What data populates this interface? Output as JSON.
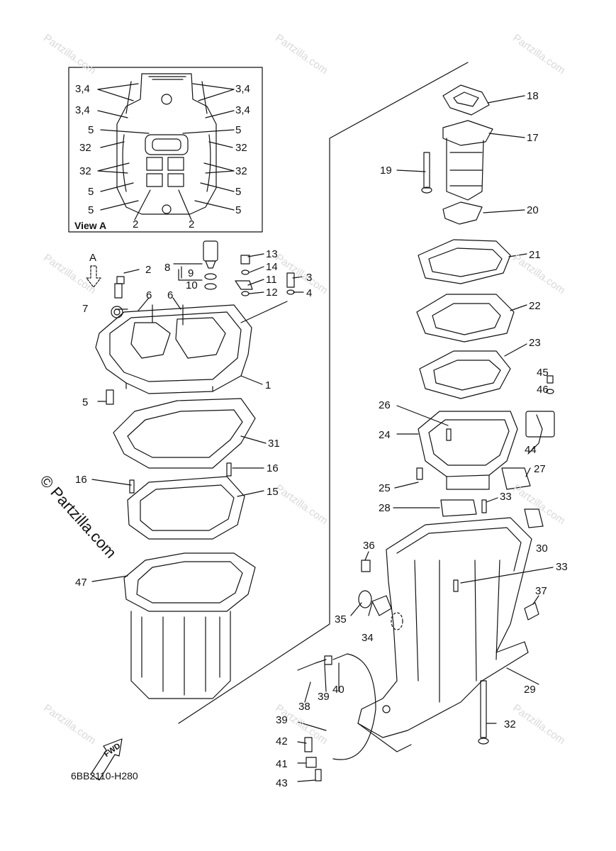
{
  "diagram": {
    "code": "6BB2110-H280",
    "view_label": "View A",
    "view_arrow_letter": "A",
    "fwd_label": "FWD",
    "watermark_small": "Partzilla.com",
    "watermark_big": "© Partzilla.com",
    "callouts": {
      "c1": "1",
      "c2": "2",
      "c3": "3",
      "c4": "4",
      "c5": "5",
      "c6a": "6",
      "c6b": "6",
      "c7": "7",
      "c8": "8",
      "c9": "9",
      "c10": "10",
      "c11": "11",
      "c12": "12",
      "c13": "13",
      "c14": "14",
      "c15": "15",
      "c16a": "16",
      "c16b": "16",
      "c17": "17",
      "c18": "18",
      "c19": "19",
      "c20": "20",
      "c21": "21",
      "c22": "22",
      "c23": "23",
      "c24": "24",
      "c25": "25",
      "c26": "26",
      "c27": "27",
      "c28": "28",
      "c29": "29",
      "c30": "30",
      "c31": "31",
      "c32": "32",
      "c33a": "33",
      "c33b": "33",
      "c34": "34",
      "c35": "35",
      "c36": "36",
      "c37": "37",
      "c38": "38",
      "c39a": "39",
      "c39b": "39",
      "c40": "40",
      "c41": "41",
      "c42": "42",
      "c43": "43",
      "c44": "44",
      "c45": "45",
      "c46": "46",
      "c47": "47"
    },
    "view_callouts": {
      "v34a": "3,4",
      "v34b": "3,4",
      "v34c": "3,4",
      "v34d": "3,4",
      "v5a": "5",
      "v5b": "5",
      "v32a": "32",
      "v32b": "32",
      "v32c": "32",
      "v32d": "32",
      "v5c": "5",
      "v5d": "5",
      "v5e": "5",
      "v5f": "5",
      "v2a": "2",
      "v2b": "2"
    }
  }
}
